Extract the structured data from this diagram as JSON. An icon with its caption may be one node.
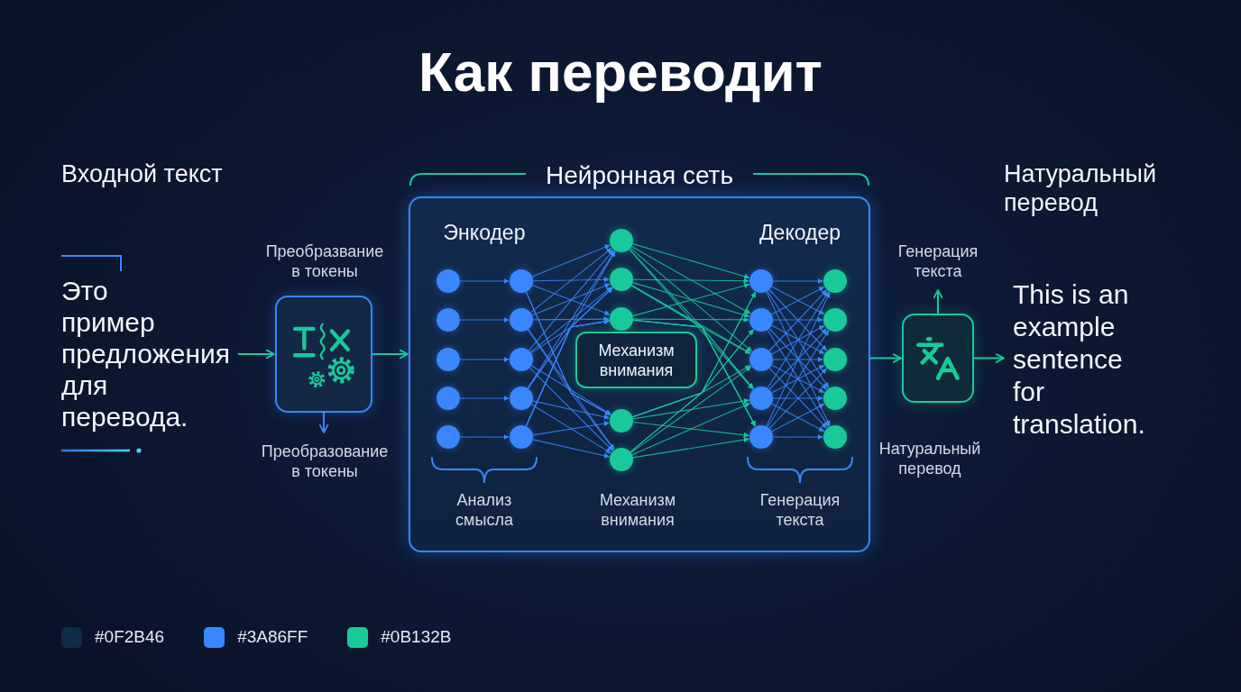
{
  "diagram": {
    "title": "Как переводит",
    "nodes": [
      {
        "text": [
          "Это пример предложения для перевода."
        ]
      },
      {
        "text": [],
        "shape": "box",
        "beside": [
          "Преобразвание в токены"
        ]
      },
      {
        "text": [
          "Преобразование в токены"
        ]
      },
      {
        "text": [
          "Нейронная сеть"
        ]
      },
      {
        "text": [],
        "shape": "circle",
        "in": 3
      },
      {
        "text": [],
        "shape": "circle",
        "in": 3
      },
      {
        "text": [],
        "shape": "circle",
        "in": 3
      },
      {
        "text": [],
        "shape": "circle",
        "in": 3
      },
      {
        "text": [],
        "shape": "circle",
        "in": 3
      },
      {
        "text": [],
        "shape": "circle",
        "in": 3
      },
      {
        "text": [],
        "shape": "circle",
        "in": 3
      },
      {
        "text": [],
        "shape": "circle",
        "in": 3
      },
      {
        "text": [],
        "shape": "circle",
        "in": 3
      },
      {
        "text": [],
        "shape": "circle",
        "in": 3
      },
      {
        "text": [],
        "shape": "circle",
        "in": 3
      },
      {
        "text": [],
        "shape": "circle",
        "in": 3
      },
      {
        "text": [],
        "shape": "circle",
        "in": 3
      },
      {
        "text": [],
        "shape": "circle",
        "in": 3
      },
      {
        "text": [],
        "shape": "circle",
        "in": 3
      },
      {
        "text": [
          "Механизм внимания"
        ],
        "in": 3
      },
      {
        "text": [],
        "shape": "circle",
        "in": 3
      },
      {
        "text": [],
        "shape": "circle",
        "in": 3
      },
      {
        "text": [],
        "shape": "circle",
        "in": 3
      },
      {
        "text": [],
        "shape": "circle",
        "in": 3
      },
      {
        "text": [],
        "shape": "circle",
        "in": 3
      },
      {
        "text": [],
        "shape": "circle",
        "in": 3
      },
      {
        "text": [],
        "shape": "circle",
        "in": 3
      },
      {
        "text": [],
        "shape": "circle",
        "in": 3
      },
      {
        "text": [],
        "shape": "circle",
        "in": 3
      },
      {
        "text": [],
        "shape": "circle",
        "in": 3
      },
      {
        "text": [],
        "shape": "box",
        "beside": [
          "Натуральный перевод"
        ]
      },
      {
        "text": [
          "Генерация текста"
        ]
      },
      {
        "text": [
          "This is an example sentence for translation."
        ]
      }
    ],
    "edges": [
      {
        "from": 0,
        "to": 1,
        "arrow": "to",
        "color": "#19c99a"
      },
      {
        "from": 1,
        "to": 2,
        "arrow": "to"
      },
      {
        "from": 1,
        "to": 3,
        "arrow": "to",
        "color": "#19c99a"
      },
      {
        "from": 4,
        "to": 9,
        "arrow": "to"
      },
      {
        "from": 5,
        "to": 10,
        "arrow": "to"
      },
      {
        "from": 6,
        "to": 11,
        "arrow": "to"
      },
      {
        "from": 7,
        "to": 12,
        "arrow": "to"
      },
      {
        "from": 8,
        "to": 13,
        "arrow": "to"
      },
      {
        "from": 9,
        "to": 14,
        "arrow": "to"
      },
      {
        "from": 9,
        "to": 15,
        "arrow": "to"
      },
      {
        "from": 9,
        "to": 16,
        "arrow": "to"
      },
      {
        "from": 9,
        "to": 17,
        "arrow": "to"
      },
      {
        "from": 9,
        "to": 18,
        "arrow": "to"
      },
      {
        "from": 10,
        "to": 14,
        "arrow": "to"
      },
      {
        "from": 10,
        "to": 15,
        "arrow": "to"
      },
      {
        "from": 10,
        "to": 16,
        "arrow": "to"
      },
      {
        "from": 10,
        "to": 17,
        "arrow": "to"
      },
      {
        "from": 10,
        "to": 18,
        "arrow": "to"
      },
      {
        "from": 11,
        "to": 14,
        "arrow": "to"
      },
      {
        "from": 11,
        "to": 15,
        "arrow": "to"
      },
      {
        "from": 11,
        "to": 16,
        "arrow": "to"
      },
      {
        "from": 11,
        "to": 17,
        "arrow": "to"
      },
      {
        "from": 11,
        "to": 18,
        "arrow": "to"
      },
      {
        "from": 12,
        "to": 14,
        "arrow": "to"
      },
      {
        "from": 12,
        "to": 15,
        "arrow": "to"
      },
      {
        "from": 12,
        "to": 16,
        "arrow": "to"
      },
      {
        "from": 12,
        "to": 17,
        "arrow": "to"
      },
      {
        "from": 12,
        "to": 18,
        "arrow": "to"
      },
      {
        "from": 13,
        "to": 14,
        "arrow": "to"
      },
      {
        "from": 13,
        "to": 15,
        "arrow": "to"
      },
      {
        "from": 13,
        "to": 16,
        "arrow": "to"
      },
      {
        "from": 13,
        "to": 17,
        "arrow": "to"
      },
      {
        "from": 13,
        "to": 18,
        "arrow": "to"
      },
      {
        "from": 14,
        "to": 20,
        "arrow": "to",
        "color": "#19c99a"
      },
      {
        "from": 14,
        "to": 21,
        "arrow": "to",
        "color": "#19c99a"
      },
      {
        "from": 14,
        "to": 22,
        "arrow": "to",
        "color": "#19c99a"
      },
      {
        "from": 14,
        "to": 23,
        "arrow": "to",
        "color": "#19c99a"
      },
      {
        "from": 14,
        "to": 24,
        "arrow": "to",
        "color": "#19c99a"
      },
      {
        "from": 15,
        "to": 20,
        "arrow": "to",
        "color": "#19c99a"
      },
      {
        "from": 15,
        "to": 21,
        "arrow": "to",
        "color": "#19c99a"
      },
      {
        "from": 15,
        "to": 22,
        "arrow": "to",
        "color": "#19c99a"
      },
      {
        "from": 15,
        "to": 23,
        "arrow": "to",
        "color": "#19c99a"
      },
      {
        "from": 15,
        "to": 24,
        "arrow": "to",
        "color": "#19c99a"
      },
      {
        "from": 16,
        "to": 20,
        "arrow": "to",
        "color": "#19c99a"
      },
      {
        "from": 16,
        "to": 21,
        "arrow": "to",
        "color": "#19c99a"
      },
      {
        "from": 16,
        "to": 22,
        "arrow": "to",
        "color": "#19c99a"
      },
      {
        "from": 16,
        "to": 23,
        "arrow": "to",
        "color": "#19c99a"
      },
      {
        "from": 16,
        "to": 24,
        "arrow": "to",
        "color": "#19c99a"
      },
      {
        "from": 17,
        "to": 20,
        "arrow": "to",
        "color": "#19c99a"
      },
      {
        "from": 17,
        "to": 21,
        "arrow": "to",
        "color": "#19c99a"
      },
      {
        "from": 17,
        "to": 22,
        "arrow": "to",
        "color": "#19c99a"
      },
      {
        "from": 17,
        "to": 23,
        "arrow": "to",
        "color": "#19c99a"
      },
      {
        "from": 17,
        "to": 24,
        "arrow": "to",
        "color": "#19c99a"
      },
      {
        "from": 18,
        "to": 20,
        "arrow": "to",
        "color": "#19c99a"
      },
      {
        "from": 18,
        "to": 21,
        "arrow": "to",
        "color": "#19c99a"
      },
      {
        "from": 18,
        "to": 22,
        "arrow": "to",
        "color": "#19c99a"
      },
      {
        "from": 18,
        "to": 23,
        "arrow": "to",
        "color": "#19c99a"
      },
      {
        "from": 18,
        "to": 24,
        "arrow": "to",
        "color": "#19c99a"
      },
      {
        "from": 20,
        "to": 25,
        "arrow": "to"
      },
      {
        "from": 20,
        "to": 26,
        "arrow": "to"
      },
      {
        "from": 20,
        "to": 27,
        "arrow": "to"
      },
      {
        "from": 20,
        "to": 28,
        "arrow": "to"
      },
      {
        "from": 20,
        "to": 29,
        "arrow": "to"
      },
      {
        "from": 21,
        "to": 25,
        "arrow": "to"
      },
      {
        "from": 21,
        "to": 26,
        "arrow": "to"
      },
      {
        "from": 21,
        "to": 27,
        "arrow": "to"
      },
      {
        "from": 21,
        "to": 28,
        "arrow": "to"
      },
      {
        "from": 21,
        "to": 29,
        "arrow": "to"
      },
      {
        "from": 22,
        "to": 25,
        "arrow": "to"
      },
      {
        "from": 22,
        "to": 26,
        "arrow": "to"
      },
      {
        "from": 22,
        "to": 27,
        "arrow": "to"
      },
      {
        "from": 22,
        "to": 28,
        "arrow": "to"
      },
      {
        "from": 22,
        "to": 29,
        "arrow": "to"
      },
      {
        "from": 23,
        "to": 25,
        "arrow": "to"
      },
      {
        "from": 23,
        "to": 26,
        "arrow": "to"
      },
      {
        "from": 23,
        "to": 27,
        "arrow": "to"
      },
      {
        "from": 23,
        "to": 28,
        "arrow": "to"
      },
      {
        "from": 23,
        "to": 29,
        "arrow": "to"
      },
      {
        "from": 24,
        "to": 25,
        "arrow": "to"
      },
      {
        "from": 24,
        "to": 26,
        "arrow": "to"
      },
      {
        "from": 24,
        "to": 27,
        "arrow": "to"
      },
      {
        "from": 24,
        "to": 28,
        "arrow": "to"
      },
      {
        "from": 24,
        "to": 29,
        "arrow": "to"
      },
      {
        "from": 3,
        "to": 30,
        "arrow": "to",
        "color": "#19c99a"
      },
      {
        "from": 30,
        "to": 31,
        "arrow": "to",
        "color": "#19c99a"
      },
      {
        "from": 30,
        "to": 32,
        "arrow": "to",
        "color": "#19c99a"
      }
    ],
    "labels": [
      "Входной текст",
      "Натуральный перевод",
      "Энкодер",
      "Декодер",
      "Анализ смысла",
      "Механизм внимания",
      "Генерация текста"
    ],
    "legend": [
      {
        "text": "#0F2B46",
        "color": "#0f2b46"
      },
      {
        "text": "#3A86FF",
        "color": "#3a86ff"
      },
      {
        "text": "#0B132B",
        "color": "#19c99a"
      }
    ]
  }
}
